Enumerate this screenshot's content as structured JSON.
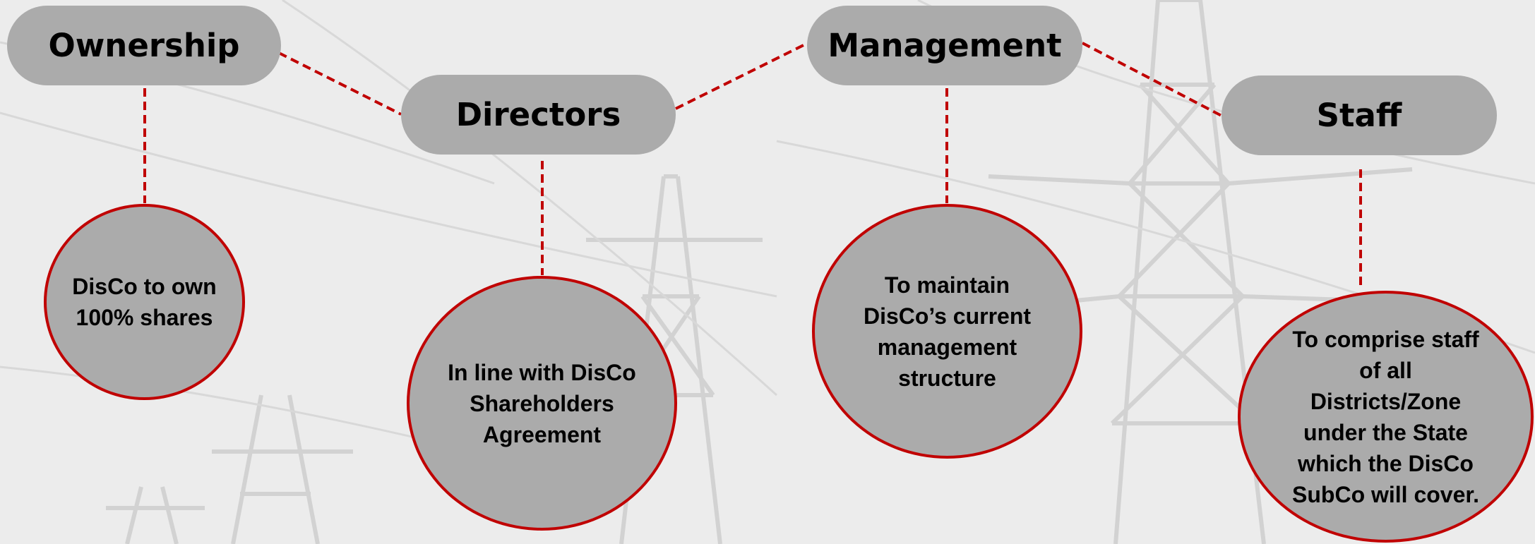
{
  "colors": {
    "background": "#ececec",
    "node_fill": "#ababab",
    "connector": "#c00000",
    "pylon": "#cfcfcf"
  },
  "nodes": [
    {
      "key": "ownership",
      "label": "Ownership",
      "description": "DisCo to own 100% shares"
    },
    {
      "key": "directors",
      "label": "Directors",
      "description": "In line with DisCo Shareholders Agreement"
    },
    {
      "key": "management",
      "label": "Management",
      "description": "To maintain DisCo’s current management structure"
    },
    {
      "key": "staff",
      "label": "Staff",
      "description": "To comprise staff of all Districts/Zone under the State which the DisCo SubCo will cover."
    }
  ]
}
